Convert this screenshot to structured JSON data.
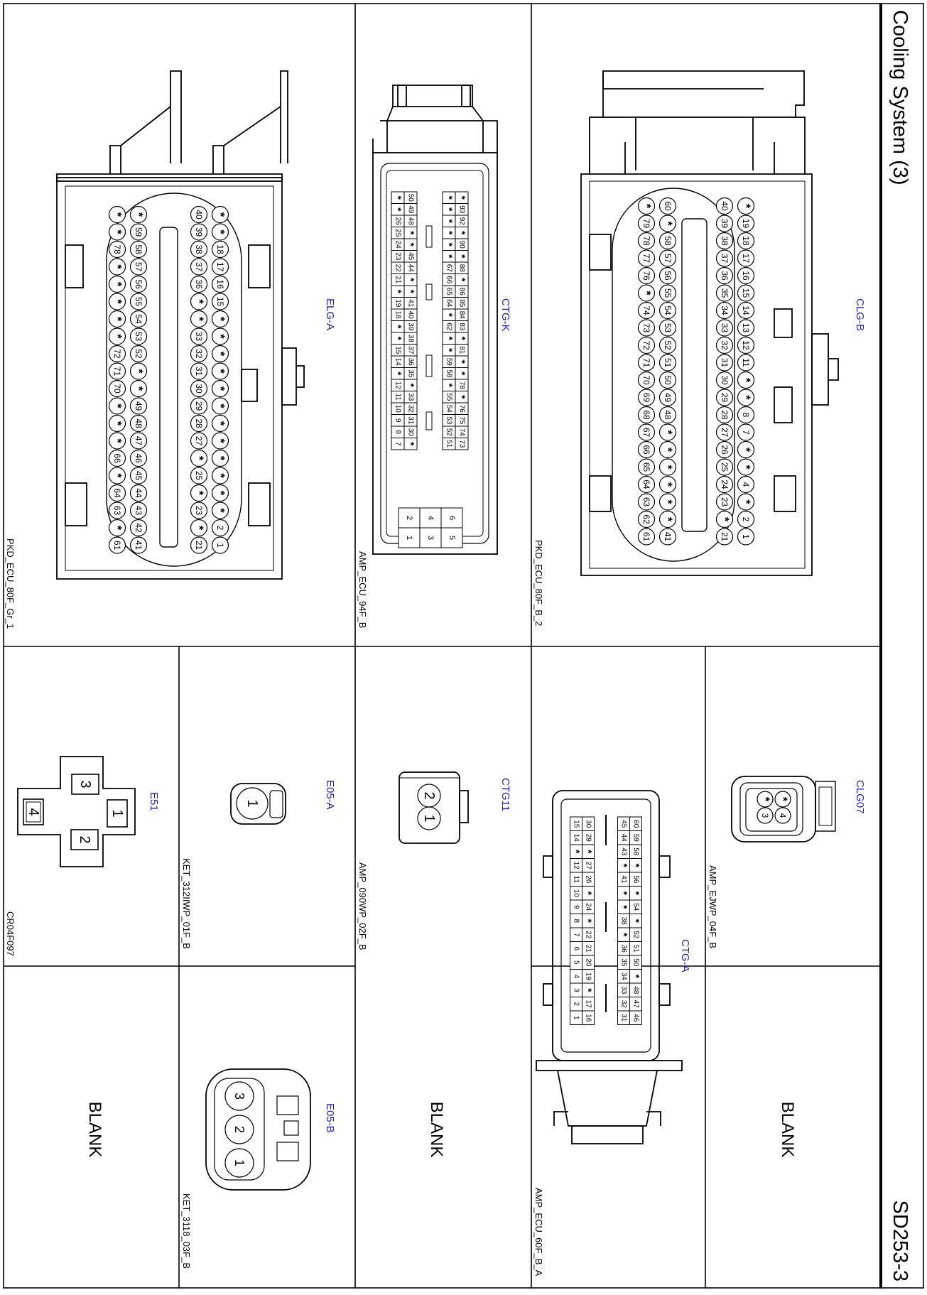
{
  "title": "Cooling System (3)",
  "page_id": "SD253-3",
  "panels": {
    "clg_b": {
      "code": "CLG-B",
      "part": "PKD_ECU_80F_B_2"
    },
    "ctg_k": {
      "code": "CTG-K",
      "part": "AMP_ECU_94F_B"
    },
    "elg_a": {
      "code": "ELG-A",
      "part": "PKD_ECU_80F_Gr_1"
    },
    "clg07": {
      "code": "CLG07",
      "part": "AMP_EJWP_04F_B"
    },
    "ctg_a": {
      "code": "CTG-A",
      "part": "AMP_ECU_60F_B_A"
    },
    "ctg11": {
      "code": "CTG11",
      "part": "AMP_090WP_02F_B"
    },
    "e05_a": {
      "code": "E05-A",
      "part": "KET_312IIWP_01F_B"
    },
    "e05_b": {
      "code": "E05-B",
      "part": "KET_3118_03F_B"
    },
    "e51": {
      "code": "E51",
      "part": "CR04F097"
    }
  },
  "blank_label": "BLANK",
  "connectors": {
    "clg_b": {
      "row1": [
        "*",
        "19",
        "18",
        "17",
        "16",
        "15",
        "14",
        "13",
        "12",
        "11",
        "*",
        "*",
        "8",
        "7",
        "*",
        "*",
        "4",
        "*",
        "2",
        "1"
      ],
      "row2": [
        "40",
        "39",
        "38",
        "37",
        "36",
        "35",
        "34",
        "33",
        "32",
        "31",
        "30",
        "29",
        "28",
        "27",
        "26",
        "25",
        "24",
        "23",
        "*",
        "21"
      ],
      "row3": [
        "60",
        "*",
        "58",
        "57",
        "56",
        "55",
        "54",
        "53",
        "52",
        "51",
        "50",
        "49",
        "48",
        "*",
        "*",
        "*",
        "*",
        "*",
        "*",
        "41"
      ],
      "row4": [
        "*",
        "79",
        "78",
        "77",
        "76",
        "*",
        "74",
        "73",
        "72",
        "71",
        "70",
        "69",
        "68",
        "67",
        "66",
        "65",
        "64",
        "63",
        "62",
        "61"
      ]
    },
    "elg_a": {
      "row1": [
        "*",
        "*",
        "18",
        "17",
        "16",
        "15",
        "*",
        "*",
        "*",
        "*",
        "*",
        "*",
        "*",
        "*",
        "*",
        "*",
        "*",
        "*",
        "2",
        "1"
      ],
      "row2": [
        "40",
        "39",
        "38",
        "37",
        "36",
        "*",
        "*",
        "33",
        "32",
        "31",
        "30",
        "29",
        "28",
        "27",
        "*",
        "25",
        "*",
        "23",
        "*",
        "21"
      ],
      "row3": [
        "*",
        "59",
        "58",
        "57",
        "56",
        "55",
        "54",
        "53",
        "52",
        "*",
        "*",
        "49",
        "48",
        "47",
        "46",
        "45",
        "44",
        "43",
        "42",
        "41"
      ],
      "row4": [
        "*",
        "*",
        "78",
        "*",
        "*",
        "*",
        "*",
        "*",
        "72",
        "71",
        "70",
        "*",
        "*",
        "*",
        "66",
        "*",
        "64",
        "63",
        "*",
        "61"
      ]
    },
    "ctg_k": {
      "group1": [
        [
          "*",
          "93",
          "92",
          "*",
          "90",
          "*",
          "88",
          "*",
          "86",
          "85",
          "84",
          "83",
          "*",
          "81",
          "*",
          "*",
          "78",
          "*",
          "76",
          "75",
          "74",
          "73"
        ],
        [
          "*",
          "*",
          "*",
          "*",
          "*",
          "*",
          "67",
          "66",
          "65",
          "64",
          "*",
          "62",
          "*",
          "*",
          "59",
          "58",
          "*",
          "55",
          "54",
          "53",
          "52",
          "51"
        ],
        [
          "50",
          "49",
          "48",
          "*",
          "*",
          "45",
          "44",
          "*",
          "*",
          "41",
          "40",
          "39",
          "38",
          "37",
          "36",
          "35",
          "*",
          "33",
          "32",
          "31",
          "30",
          "*"
        ],
        [
          "*",
          "*",
          "26",
          "25",
          "24",
          "23",
          "22",
          "21",
          "*",
          "19",
          "18",
          "*",
          "*",
          "15",
          "14",
          "*",
          "12",
          "11",
          "10",
          "9",
          "8",
          "7"
        ]
      ],
      "group2": [
        [
          "6",
          "5"
        ],
        [
          "4",
          "3"
        ],
        [
          "2",
          "1"
        ]
      ]
    },
    "ctg_a": {
      "rows": [
        [
          "60",
          "59",
          "58",
          "*",
          "56",
          "*",
          "54",
          "*",
          "52",
          "51",
          "50",
          "*",
          "48",
          "47",
          "46"
        ],
        [
          "45",
          "44",
          "43",
          "*",
          "41",
          "*",
          "*",
          "38",
          "*",
          "36",
          "35",
          "34",
          "33",
          "32",
          "31"
        ],
        [
          "30",
          "29",
          "*",
          "27",
          "26",
          "*",
          "24",
          "*",
          "22",
          "21",
          "20",
          "19",
          "*",
          "17",
          "16"
        ],
        [
          "15",
          "14",
          "*",
          "12",
          "11",
          "10",
          "9",
          "8",
          "7",
          "6",
          "5",
          "4",
          "3",
          "2",
          "1"
        ]
      ]
    },
    "clg07": {
      "pins": [
        "*",
        "4",
        "*",
        "3"
      ]
    },
    "ctg11": {
      "pins": [
        "2",
        "1"
      ]
    },
    "e05_a": {
      "pins": [
        "1"
      ]
    },
    "e05_b": {
      "pins": [
        "3",
        "2",
        "1"
      ]
    },
    "e51": {
      "pins": [
        "3",
        "1",
        "4",
        "2"
      ]
    }
  }
}
